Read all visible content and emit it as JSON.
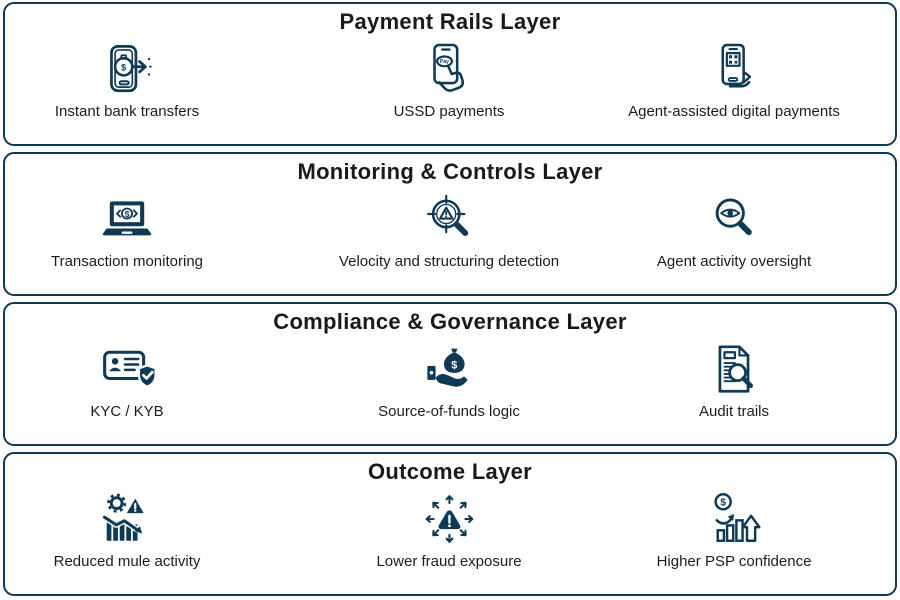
{
  "colors": {
    "accent_navy": "#0e3a56",
    "title_text": "#1a1a1a",
    "label_text": "#1c1c1c",
    "background": "#ffffff"
  },
  "layers": [
    {
      "title": "Payment Rails Layer",
      "items": [
        {
          "label": "Instant bank transfers",
          "icon": "phone-money-transfer-icon"
        },
        {
          "label": "USSD payments",
          "icon": "phone-pay-tap-icon"
        },
        {
          "label": "Agent-assisted digital payments",
          "icon": "phone-qr-hand-icon"
        }
      ]
    },
    {
      "title": "Monitoring & Controls Layer",
      "items": [
        {
          "label": "Transaction monitoring",
          "icon": "laptop-dollar-icon"
        },
        {
          "label": "Velocity and structuring detection",
          "icon": "target-alert-magnifier-icon"
        },
        {
          "label": "Agent activity oversight",
          "icon": "eye-magnifier-icon"
        }
      ]
    },
    {
      "title": "Compliance & Governance Layer",
      "items": [
        {
          "label": "KYC / KYB",
          "icon": "id-card-shield-check-icon"
        },
        {
          "label": "Source-of-funds logic",
          "icon": "hand-money-bag-icon"
        },
        {
          "label": "Audit trails",
          "icon": "document-magnifier-icon"
        }
      ]
    },
    {
      "title": "Outcome Layer",
      "items": [
        {
          "label": "Reduced mule activity",
          "icon": "gear-alert-declining-bars-icon"
        },
        {
          "label": "Lower fraud exposure",
          "icon": "alert-radiating-arrows-icon"
        },
        {
          "label": "Higher PSP confidence",
          "icon": "dollar-growth-chart-icon"
        }
      ]
    }
  ]
}
